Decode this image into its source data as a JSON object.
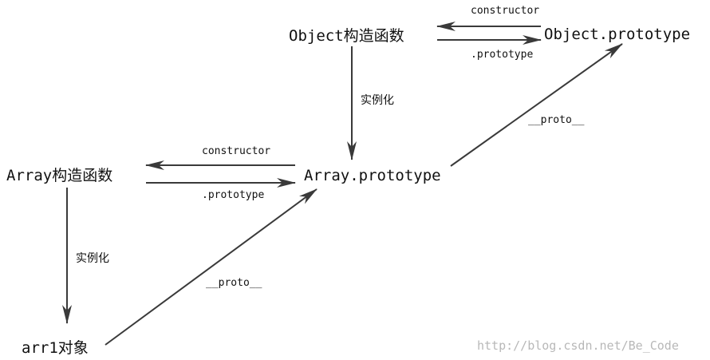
{
  "nodes": {
    "object_ctor": "Object构造函数",
    "object_proto": "Object.prototype",
    "array_ctor": "Array构造函数",
    "array_proto": "Array.prototype",
    "arr1": "arr1对象"
  },
  "edges": {
    "obj_constructor": "constructor",
    "obj_prototype": ".prototype",
    "obj_instantiate": "实例化",
    "array_constructor": "constructor",
    "array_prototype": ".prototype",
    "array_instantiate": "实例化",
    "array_proto_link": "__proto__",
    "arr1_proto_link": "__proto__"
  },
  "watermark": "http://blog.csdn.net/Be_Code"
}
